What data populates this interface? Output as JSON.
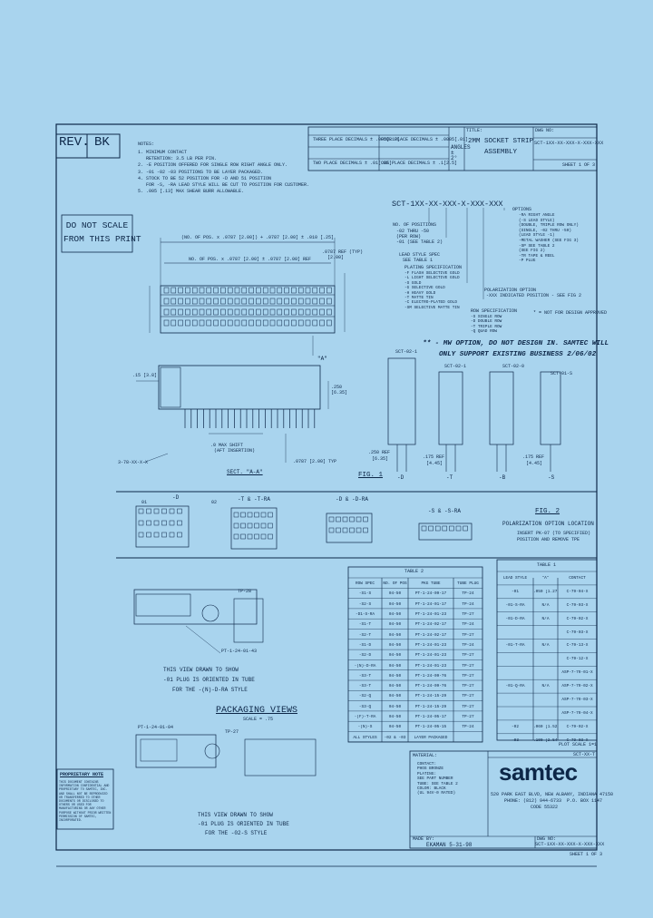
{
  "rev_box": {
    "rev_label": "REV.",
    "rev_value": "BK"
  },
  "title_block": {
    "title_label": "TITLE:",
    "title": "2MM SOCKET STRIP ASSEMBLY",
    "dwg_label": "DWG NO:",
    "dwg_no": "SCT-1XX-XX-XXX-X-XXX-XXX",
    "sheet": "SHEET 1 OF 3",
    "angles": "ANGLES ± 2°",
    "tol_three_place": "THREE PLACE DECIMALS ± .005[.13]",
    "tol_four_place": "FOUR PLACE DECIMALS ± .0005[.01]",
    "tol_two_place": "TWO PLACE DECIMALS ± .01[.25]",
    "tol_one_place": "ONE PLACE DECIMALS ± .1[2.5]"
  },
  "notes": {
    "header": "NOTES:",
    "items": [
      "1. MINIMUM CONTACT",
      "   RETENTION: 3.5 LB PER PIN.",
      "2. -E POSITION OFFERED FOR SINGLE ROW RIGHT ANGLE ONLY.",
      "3. -01 -02 -03 POSITIONS TO BE LAYER PACKAGED.",
      "4. STOCK TO BE 52 POSITION FOR -D AND 51 POSITION",
      "   FOR -S, -RA LEAD STYLE WILL BE CUT TO POSITION FOR CUSTOMER.",
      "5. .005 [.13] MAX SHEAR BURR ALLOWABLE."
    ]
  },
  "do_not_scale": {
    "line1": "DO NOT SCALE",
    "line2": "FROM THIS PRINT"
  },
  "part_number": {
    "code": "SCT-1XX-XX-XXX-X-XXX-XXX",
    "no_of_positions": "NO. OF POSITIONS",
    "positions_range": "-02 THRU -50",
    "per_row": "(PER ROW)",
    "positions_extra": "-01 (SEE TABLE 2)",
    "lead_style_label": "LEAD STYLE SPEC",
    "lead_style_sub": "SEE TABLE 1",
    "plating_label": "PLATING SPECIFICATION",
    "plating": [
      "-F FLASH SELECTIVE GOLD",
      "-L LIGHT SELECTIVE GOLD",
      "-S GOLD",
      "-G SELECTIVE GOLD",
      "-H HEAVY GOLD",
      "-T MATTE TIN",
      "-C ELECTRO-PLATED GOLD",
      "-SM SELECTIVE MATTE TIN"
    ],
    "options_label": "OPTIONS",
    "options": [
      "-RA RIGHT ANGLE",
      "(-S LEAD STYLE)",
      "(DOUBLE, TRIPLE ROW ONLY)",
      "(SINGLE, -02 THRU -50)",
      "(LEAD STYLE -1)",
      "-METAL WASHER (SEE FIG 3)",
      "-SP SEE TABLE 2",
      "(SEE FIG 2)",
      "-TR TAPE & REEL",
      "-P PLUG"
    ],
    "polarization_label": "POLARIZATION OPTION",
    "polarization": "-XXX INDICATED POSITION - SEE FIG 2",
    "rows_label": "ROW SPECIFICATION",
    "rows": [
      "-S SINGLE ROW",
      "-D DOUBLE ROW",
      "-T TRIPLE ROW",
      "-Q QUAD ROW"
    ],
    "rows_note": "* = NOT FOR DESIGN APPROVED"
  },
  "mw_note": {
    "line1": "** - MW OPTION, DO NOT DESIGN IN. SAMTEC WILL",
    "line2": "ONLY SUPPORT EXISTING BUSINESS 2/06/02"
  },
  "dims": {
    "top_len": "(NO. OF POS. x .0787 [2.00]) + .0787 [2.00] ± .010 [.25]",
    "inner_len": "NO. OF POS. x .0787 [2.00] ± .0787 [2.00] REF",
    "height_ref": ".0787 REF (TYP)",
    "height_val": "[2.00]",
    "sect_a": "\"A\"",
    "ref_15": ".15 [3.8]",
    "ref_250": ".250",
    "ref_635": "[6.35]",
    "max_shift": ".0 MAX SHIFT",
    "max_shift_sub": "(AFT INSERTION)",
    "ref_0787": ".0787 [2.00] TYP",
    "pn": "3-78-XX-X-X",
    "sect_label": "SECT. \"A-A\""
  },
  "fig1": {
    "label": "FIG. 1",
    "parts": [
      "SCT-02-1",
      "SCT-02-1",
      "SCT-02-0",
      "SCT-01-S"
    ],
    "dims": [
      ".250 REF",
      ".175 REF",
      ".175 REF"
    ],
    "dims_sub": [
      "[6.35]",
      "[4.45]",
      "[4.45]"
    ],
    "styles": [
      "-D",
      "-T",
      "-B",
      "-S"
    ]
  },
  "views": {
    "d": "-D",
    "trt": "-T & -T-RA",
    "drd": "-D & -D-RA",
    "srs": "-S & -S-RA",
    "label_01": "01",
    "label_02": "02"
  },
  "fig2": {
    "label": "FIG. 2",
    "title": "POLARIZATION OPTION LOCATION",
    "desc1": "INSERT PK-07 (TO SPECIFIED)",
    "desc2": "POSITION AND REMOVE TPE"
  },
  "table2": {
    "title": "TABLE 2",
    "headers": [
      "ROW SPEC",
      "NO. OF POS",
      "PKG TUBE",
      "TUBE PLUG"
    ],
    "rows": [
      [
        "-S1-S",
        "04-50",
        "PT-1-24-09-17",
        "TP-24"
      ],
      [
        "-S2-S",
        "04-50",
        "PT-1-24-01-17",
        "TP-24"
      ],
      [
        "-D1-S-RA",
        "04-50",
        "PT-1-24-01-23",
        "TP-27"
      ],
      [
        "-S1-T",
        "04-50",
        "PT-1-24-02-17",
        "TP-24"
      ],
      [
        "-S2-T",
        "04-50",
        "PT-1-24-02-17",
        "TP-27"
      ],
      [
        "-S1-D",
        "04-50",
        "PT-1-24-01-23",
        "TP-24"
      ],
      [
        "-S2-D",
        "04-50",
        "PT-1-24-01-23",
        "TP-27"
      ],
      [
        "-(N)-D-RA",
        "04-50",
        "PT-1-24-01-23",
        "TP-27"
      ],
      [
        "-S3-T",
        "04-50",
        "PT-1-24-09-76",
        "TP-27"
      ],
      [
        "-S3-T",
        "04-50",
        "PT-1-24-09-76",
        "TP-27"
      ],
      [
        "-S2-Q",
        "04-50",
        "PT-1-24-15-29",
        "TP-27"
      ],
      [
        "-S3-Q",
        "04-50",
        "PT-1-24-15-29",
        "TP-27"
      ],
      [
        "-(F)-T-RA",
        "04-50",
        "PT-1-24-05-17",
        "TP-27"
      ],
      [
        "-(N)-S",
        "04-50",
        "PT-1-24-05-15",
        "TP-24"
      ],
      [
        "ALL STYLES",
        "-02 & -03",
        "LAYER PACKAGED",
        ""
      ]
    ]
  },
  "table1": {
    "title": "TABLE 1",
    "headers": [
      "LEAD STYLE",
      "\"A\"",
      "CONTACT"
    ],
    "rows": [
      [
        "-01",
        ".050 [1.27]",
        "C-79-04-X"
      ],
      [
        "-01-S-RA",
        "N/A",
        "C-79-03-X"
      ],
      [
        "-01-D-RA",
        "N/A",
        "C-79-02-X"
      ],
      [
        "",
        "",
        "C-79-03-X"
      ],
      [
        "-01-T-RA",
        "N/A",
        "C-79-13-X"
      ],
      [
        "",
        "",
        "C-79-12-X"
      ],
      [
        "",
        "",
        "ASP-7-79-01-X"
      ],
      [
        "-01-Q-RA",
        "N/A",
        "ASP-7-79-02-X"
      ],
      [
        "",
        "",
        "ASP-7-79-03-X"
      ],
      [
        "",
        "",
        "ASP-7-79-04-X"
      ],
      [
        "-02",
        ".060 [1.52]",
        "C-79-02-X"
      ],
      [
        "-03",
        ".100 [2.54]",
        "C-79-03-X"
      ]
    ],
    "footnote": "PLOT SCALE 1=1"
  },
  "tube_view": {
    "callout_tp": "TP-28",
    "callout_pt": "PT-1-24-01-43",
    "note": [
      "THIS VIEW DRAWN TO SHOW",
      "-01 PLUG IS ORIENTED IN TUBE",
      "FOR THE -(N)-D-RA STYLE"
    ]
  },
  "packaging": {
    "title": "PACKAGING VIEWS",
    "scale": "SCALE = .75",
    "callout_pt": "PT-1-24-01-04",
    "callout_tp": "TP-27",
    "note": [
      "THIS VIEW DRAWN TO SHOW",
      "-01 PLUG IS ORIENTED IN TUBE",
      "FOR THE -02-S STYLE"
    ]
  },
  "proprietary": {
    "title": "PROPRIETARY NOTE",
    "text": "THIS DOCUMENT CONTAINS INFORMATION CONFIDENTIAL AND PROPRIETARY TO SAMTEC, INC. AND SHALL NOT BE REPRODUCED OR TRANSFERRED TO OTHER DOCUMENTS OR DISCLOSED TO OTHERS OR USED FOR MANUFACTURING OR ANY OTHER PURPOSE WITHOUT PRIOR WRITTEN PERMISSION OF SAMTEC, INCORPORATED."
  },
  "material": {
    "label": "MATERIAL:",
    "lines": [
      "CONTACT:",
      "PHOS BRONZE",
      "PLATING:",
      "SEE PART NUMBER",
      "TUBE: SEE TABLE 2",
      "COLOR: BLACK",
      "(UL 94V-0 RATED)"
    ]
  },
  "company": {
    "logo": "samtec",
    "address1": "520 PARK EAST BLVD, NEW ALBANY, INDIANA 47150",
    "address2": "PHONE: (812) 944-6733  P.O. BOX 1147",
    "address3": "CODE 55322",
    "file_ref": "SCT-XX-T"
  },
  "bottom_block": {
    "made_by_label": "MADE BY:",
    "made_by": "EKAMAN 5-31-98",
    "dwg_label": "DWG NO:",
    "dwg_no": "SCT-1XX-XX-XXX-X-XXX-XXX",
    "sheet": "SHEET 1 OF 3"
  }
}
